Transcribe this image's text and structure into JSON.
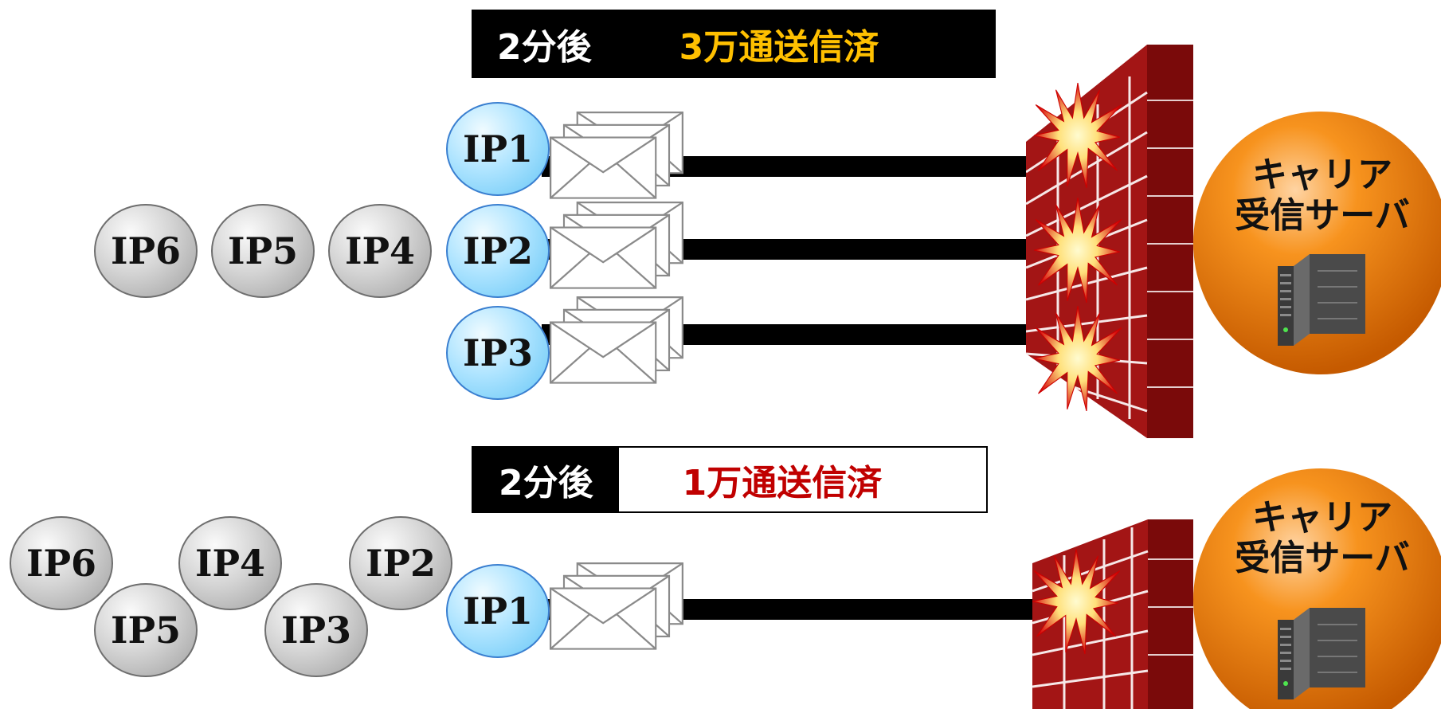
{
  "top": {
    "banner": {
      "time": "2分後",
      "result": "3万通送信済",
      "result_color": "#ffc000",
      "background": "#000000"
    },
    "idle_nodes": [
      "IP6",
      "IP5",
      "IP4"
    ],
    "active_nodes": [
      "IP1",
      "IP2",
      "IP3"
    ],
    "server_label": [
      "キャリア",
      "受信サーバ"
    ]
  },
  "bottom": {
    "banner": {
      "time": "2分後",
      "result": "1万通送信済",
      "result_color": "#c00000",
      "background": "#ffffff"
    },
    "idle_nodes": [
      "IP6",
      "IP4",
      "IP2",
      "IP5",
      "IP3"
    ],
    "active_nodes": [
      "IP1"
    ],
    "server_label": [
      "キャリア",
      "受信サーバ"
    ]
  },
  "colors": {
    "active_node": "#66c6f5",
    "idle_node": "#b0b0b0",
    "wall": "#8b1010",
    "server_sphere": "#e8700a",
    "burst": "#ffe07a"
  },
  "icons": {
    "message": "envelope-stack-icon",
    "blocked": "explosion-burst-icon",
    "firewall": "brick-wall-icon",
    "server": "server-tower-icon"
  }
}
